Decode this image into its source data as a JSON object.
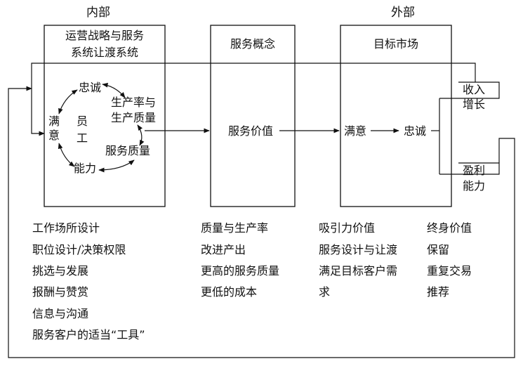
{
  "headers": {
    "internal": "内部",
    "external": "外部"
  },
  "box_internal": {
    "title_line1": "运营战略与服务",
    "title_line2": "系统让渡系统"
  },
  "box_concept": {
    "title": "服务概念"
  },
  "box_market": {
    "title": "目标市场"
  },
  "cycle": {
    "loyalty": "忠诚",
    "productivity_line1": "生产率与",
    "productivity_line2": "生产质量",
    "service_quality": "服务质量",
    "capability": "能力",
    "satisfaction_1": "满",
    "satisfaction_2": "意",
    "employee_1": "员",
    "employee_2": "工"
  },
  "service_value": "服务价值",
  "market_flow": {
    "satisfaction": "满意",
    "loyalty": "忠诚"
  },
  "outcomes": {
    "revenue_line1": "收入",
    "revenue_line2": "增长",
    "profit_line1": "盈利",
    "profit_line2": "能力"
  },
  "lists": {
    "col1": [
      "工作场所设计",
      "职位设计/决策权限",
      "挑选与发展",
      "报酬与赞赏",
      "信息与沟通",
      "服务客户的适当“工具”"
    ],
    "col2": [
      "质量与生产率",
      "改进产出",
      "更高的服务质量",
      "更低的成本"
    ],
    "col3": [
      "吸引力价值",
      "服务设计与让渡",
      "满足目标客户需",
      "求"
    ],
    "col4": [
      "终身价值",
      "保留",
      "重复交易",
      "推荐"
    ]
  }
}
